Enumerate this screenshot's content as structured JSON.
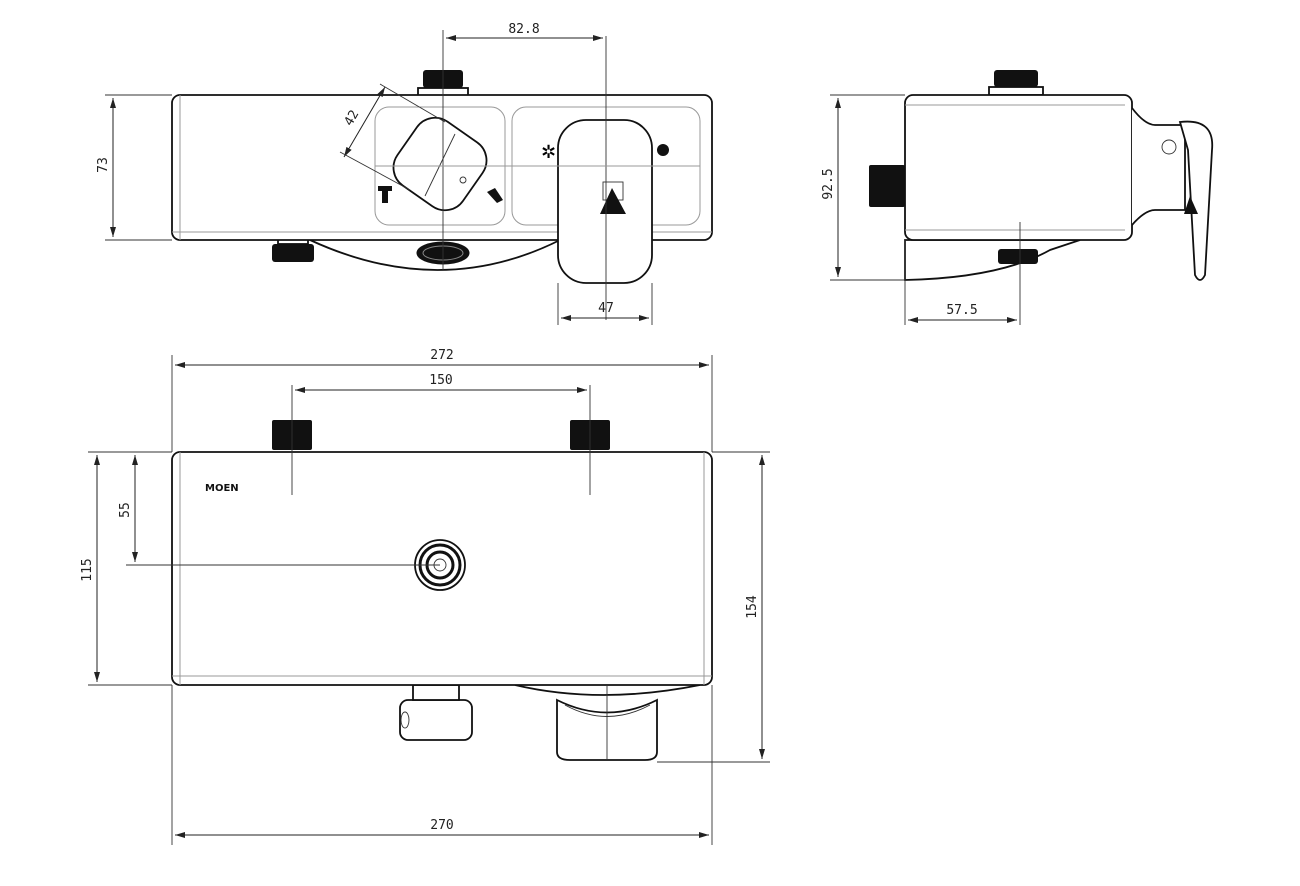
{
  "drawing": {
    "brand_logo": "MOEN",
    "front_view": {
      "dim_inlet_to_handle": "82.8",
      "dim_knob_width": "42",
      "dim_height": "73",
      "dim_handle_width": "47"
    },
    "side_view": {
      "dim_depth": "92.5",
      "dim_outlet_offset": "57.5"
    },
    "top_view": {
      "dim_overall_length": "272",
      "dim_inlet_spacing": "150",
      "dim_outlet_offset": "55",
      "dim_body_depth": "115",
      "dim_overall_depth": "154",
      "dim_body_length": "270"
    }
  }
}
